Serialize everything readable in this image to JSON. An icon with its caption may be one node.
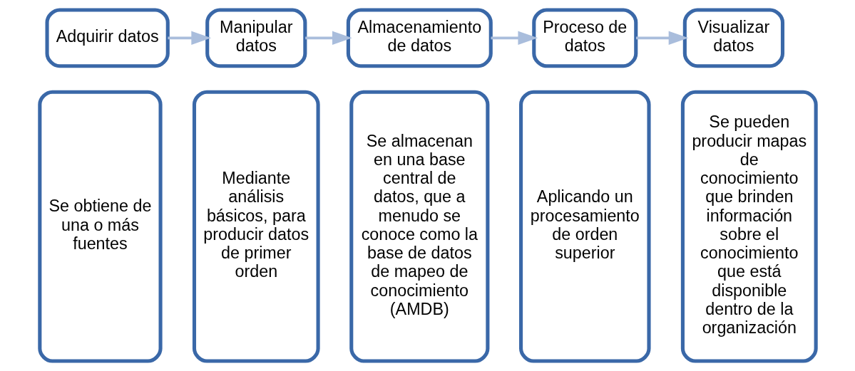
{
  "diagram": {
    "nodes": [
      {
        "text": [
          "Adquirir datos"
        ]
      },
      {
        "text": [
          "Manipular datos"
        ]
      },
      {
        "text": [
          "Almacenamiento de datos"
        ]
      },
      {
        "text": [
          "Proceso de datos"
        ]
      },
      {
        "text": [
          "Visualizar datos"
        ]
      },
      {
        "text": [
          "Se obtiene de una o más fuentes"
        ]
      },
      {
        "text": [
          "Mediante análisis básicos, para producir datos de primer orden"
        ]
      },
      {
        "text": [
          "Se almacenan en una base central de datos, que a menudo se conoce como la base de datos de mapeo de conocimiento (AMDB)"
        ]
      },
      {
        "text": [
          "Aplicando un procesamiento de orden superior"
        ]
      },
      {
        "text": [
          "Se pueden producir mapas de conocimiento que brinden información sobre el conocimiento que está disponible dentro de la organización"
        ]
      }
    ],
    "edges": [
      {
        "from": 0,
        "to": 1,
        "arrow": "to"
      },
      {
        "from": 1,
        "to": 2,
        "arrow": "to"
      },
      {
        "from": 2,
        "to": 3,
        "arrow": "to"
      },
      {
        "from": 3,
        "to": 4,
        "arrow": "to"
      }
    ]
  }
}
